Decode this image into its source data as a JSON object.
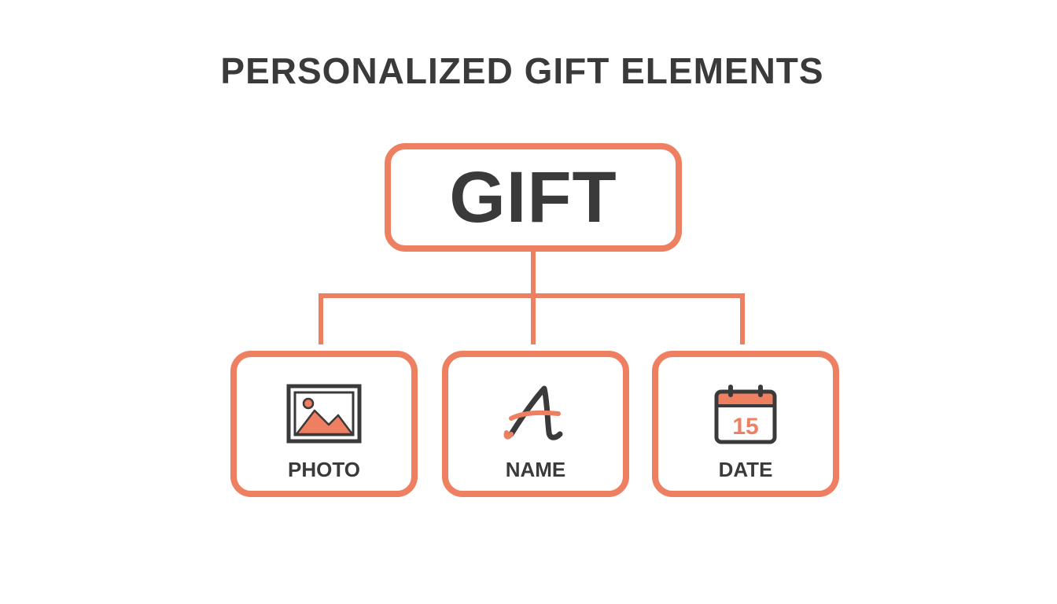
{
  "title": "PERSONALIZED GIFT ELEMENTS",
  "colors": {
    "accent": "#ef7f61",
    "text": "#3a3a3a",
    "background": "#ffffff"
  },
  "root": {
    "label": "GIFT"
  },
  "children": [
    {
      "label": "PHOTO",
      "icon": "photo-icon"
    },
    {
      "label": "NAME",
      "icon": "script-letter-icon",
      "glyph": "A"
    },
    {
      "label": "DATE",
      "icon": "calendar-icon",
      "day": "15"
    }
  ]
}
